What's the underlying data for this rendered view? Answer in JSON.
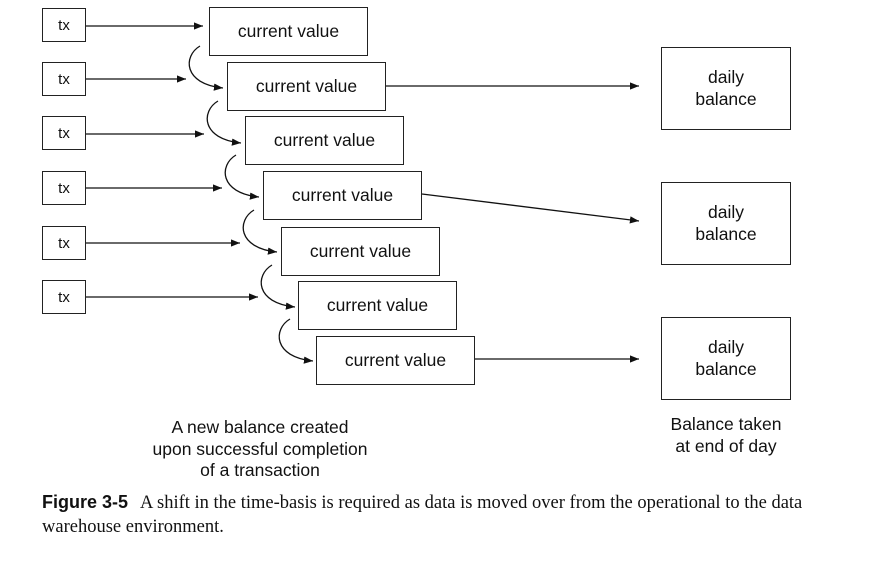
{
  "tx_label": "tx",
  "current_value_label": "current value",
  "daily_balance_label": "daily\nbalance",
  "left_caption": "A new balance created\nupon successful completion\nof a transaction",
  "right_caption": "Balance taken\nat end of day",
  "figure": {
    "number": "Figure 3-5",
    "text": "A shift in the time-basis is required as data is moved over from the operational to the data warehouse environment."
  }
}
